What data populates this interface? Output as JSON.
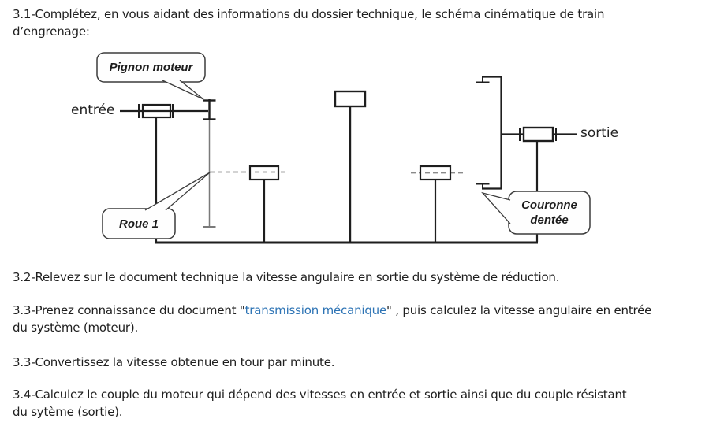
{
  "questions": {
    "q31": {
      "line1": "3.1-Complétez, en vous aidant des informations du dossier technique, le schéma cinématique de train",
      "line2": "d’engrenage:"
    },
    "q32": {
      "line1": "3.2-Relevez sur le document technique la vitesse angulaire en sortie du système de réduction."
    },
    "q33a": {
      "pre": "3.3-Prenez connaissance du document \"",
      "doc_ref": "transmission mécanique",
      "post": "\" , puis calculez la vitesse angulaire en entrée",
      "line2": "du système (moteur)."
    },
    "q33b": {
      "line1": "3.3-Convertissez la vitesse obtenue en tour par minute."
    },
    "q34": {
      "line1": "3.4-Calculez le couple du moteur qui dépend des vitesses en entrée et sortie ainsi que du couple résistant",
      "line2": "du sytème (sortie)."
    }
  },
  "diagram": {
    "labels": {
      "entree": "entrée",
      "sortie": "sortie",
      "pignon_moteur": "Pignon moteur",
      "roue1": "Roue 1",
      "couronne_l1": "Couronne",
      "couronne_l2": "dentée"
    },
    "colors": {
      "line_black": "#1e1e1e",
      "line_gray": "#7a7a7a",
      "dash_gray": "#8a8a8a",
      "accent_blue": "#2e74b5"
    }
  }
}
